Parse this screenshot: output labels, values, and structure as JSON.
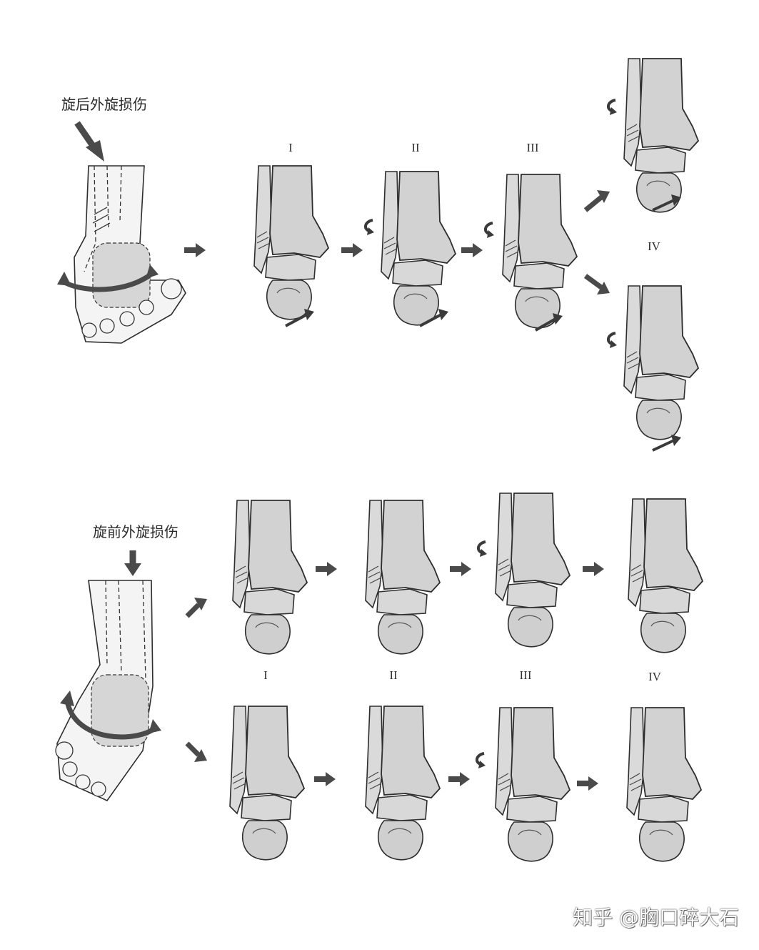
{
  "labels": {
    "supination": "旋后外旋损伤",
    "pronation": "旋前外旋损伤"
  },
  "stages": {
    "s1": "I",
    "s2": "II",
    "s3": "III",
    "s4": "IV"
  },
  "watermark": "知乎 @胸口碎大石",
  "colors": {
    "bone": "#d4d4d4",
    "line": "#2e2e2e",
    "arrow": "#4a4a4a"
  }
}
